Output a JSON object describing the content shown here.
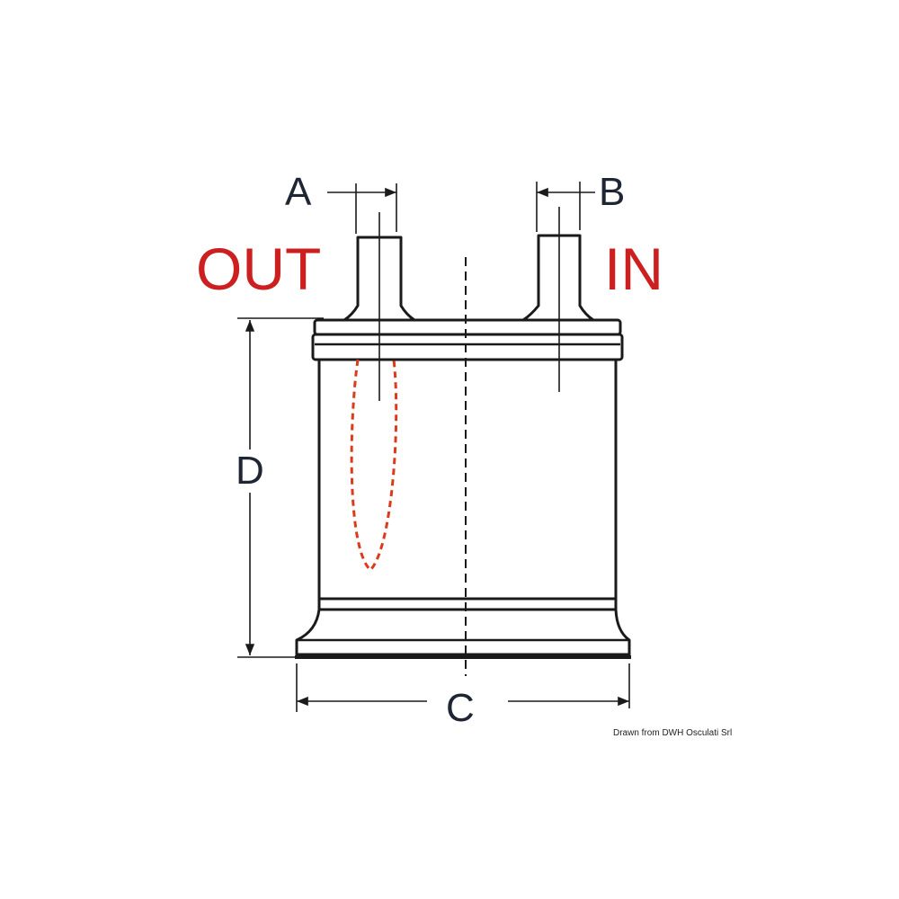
{
  "labels": {
    "dim_a": "A",
    "dim_b": "B",
    "dim_c": "C",
    "dim_d": "D",
    "port_out": "OUT",
    "port_in": "IN"
  },
  "credit": "Drawn from DWH Osculati Srl",
  "colors": {
    "port_label": "#cc1f1f",
    "hidden_loop": "#d93b1c",
    "outline": "#1a1a1a",
    "dimension_text": "#1e2633"
  }
}
